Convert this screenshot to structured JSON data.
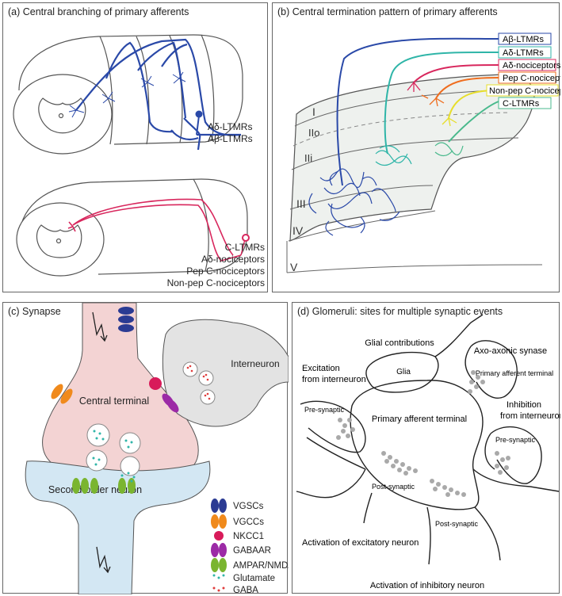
{
  "panel_a": {
    "title": "(a) Central branching of primary afferents",
    "top_labels": [
      "Aδ-LTMRs",
      "Aβ-LTMRs"
    ],
    "bottom_labels": [
      "C-LTMRs",
      "Aδ-nociceptors",
      "Pep C-nociceptors",
      "Non-pep C-nociceptors"
    ]
  },
  "panel_b": {
    "title": "(b) Central termination pattern of primary afferents",
    "fibers": [
      {
        "label": "Aβ-LTMRs",
        "color": "#2a49a8"
      },
      {
        "label": "Aδ-LTMRs",
        "color": "#2fb5a8"
      },
      {
        "label": "Aδ-nociceptors",
        "color": "#d8275d"
      },
      {
        "label": "Pep C-nociceptors",
        "color": "#ef6d1e"
      },
      {
        "label": "Non-pep C-nociceptors",
        "color": "#e7de2a"
      },
      {
        "label": "C-LTMRs",
        "color": "#49b98c"
      }
    ],
    "laminae": [
      "I",
      "IIo",
      "IIi",
      "III",
      "IV",
      "V"
    ]
  },
  "panel_c": {
    "title": "(c) Synapse",
    "central_terminal": "Central terminal",
    "interneuron": "Interneuron",
    "second_order": "Second-order neuron",
    "legend": [
      {
        "label": "VGSCs",
        "color": "#2b3b93"
      },
      {
        "label": "VGCCs",
        "color": "#f08a1c"
      },
      {
        "label": "NKCC1",
        "color": "#d81b5a"
      },
      {
        "label": "GABAAR",
        "color": "#9c2aa6"
      },
      {
        "label": "AMPAR/NMDAR",
        "color": "#7ab530"
      },
      {
        "label": "Glutamate",
        "color": "#2fb5a8"
      },
      {
        "label": "GABA",
        "color": "#e03c3c"
      }
    ]
  },
  "panel_d": {
    "title": "(d) Glomeruli: sites for multiple synaptic events",
    "labels": {
      "glial_contrib": "Glial contributions",
      "glia": "Glia",
      "axo_axonic": "Axo-axonic synase",
      "pat_small": "Primary afferent terminal",
      "excitation1": "Excitation",
      "excitation2": "from interneuron",
      "inhibition1": "Inhibition",
      "inhibition2": "from interneuron",
      "pre1": "Pre-synaptic",
      "pre2": "Pre-synaptic",
      "pat_main": "Primary afferent terminal",
      "post1": "Post-synaptic",
      "post2": "Post-synaptic",
      "act_exc": "Activation of excitatory neuron",
      "act_inh": "Activation of inhibitory neuron"
    }
  }
}
